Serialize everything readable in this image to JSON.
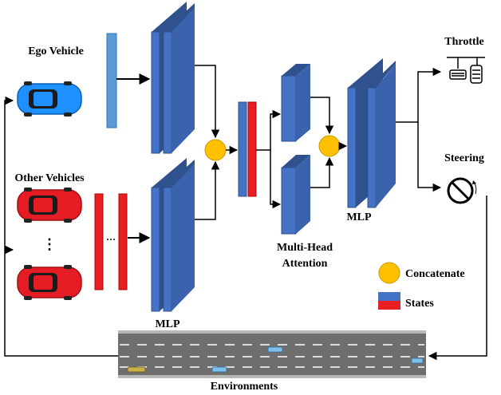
{
  "labels": {
    "ego_vehicle": "Ego Vehicle",
    "other_vehicles": "Other Vehicles",
    "mlp_left": "MLP",
    "mlp_right": "MLP",
    "attention_line1": "Multi-Head",
    "attention_line2": "Attention",
    "throttle": "Throttle",
    "steering": "Steering",
    "environments": "Environments",
    "vertical_ellipsis": "⋮",
    "horizontal_ellipsis": "···"
  },
  "legend": {
    "concatenate": "Concatenate",
    "states": "States"
  },
  "colors": {
    "layer_blue": "#4472c4",
    "layer_blue_side": "#2f528f",
    "ego_state_blue": "#5b9bd5",
    "state_red": "#e81e25",
    "concat_yellow": "#ffc000",
    "ego_car": "#1e90ff",
    "other_car": "#e51c23",
    "road": "#6e6e6e"
  }
}
